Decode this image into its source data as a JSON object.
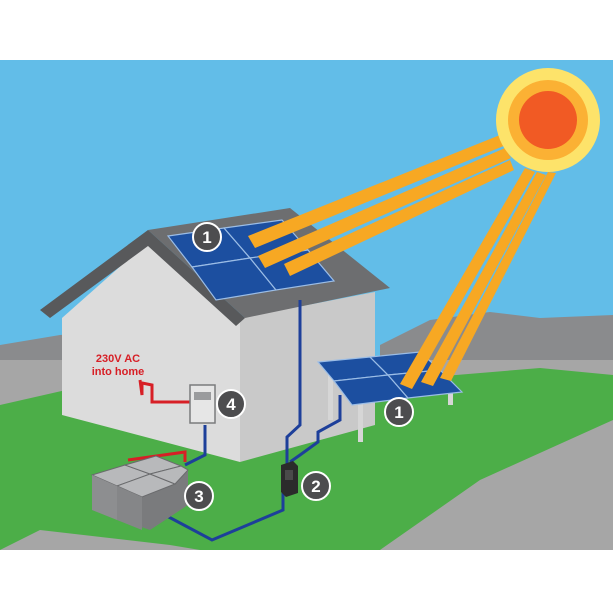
{
  "labels": {
    "ac_line1": "230V AC",
    "ac_line2": "into home"
  },
  "components": [
    {
      "number": "1",
      "name": "roof solar panels"
    },
    {
      "number": "1",
      "name": "ground-mounted solar panels"
    },
    {
      "number": "2",
      "name": "charge controller"
    },
    {
      "number": "3",
      "name": "battery bank"
    },
    {
      "number": "4",
      "name": "inverter"
    }
  ],
  "colors": {
    "sky": "#62bde8",
    "sun_outer": "#fde36a",
    "sun_inner": "#f15a24",
    "sun_ray": "#f7a823",
    "panel": "#1c4fa0",
    "roof": "#6d6e70",
    "wall": "#dcdcdc",
    "grass": "#4cae48",
    "ground": "#a6a6a6",
    "dc_wire": "#1d3f9a",
    "ac_wire": "#d71f26",
    "badge": "#4d4d4f"
  }
}
